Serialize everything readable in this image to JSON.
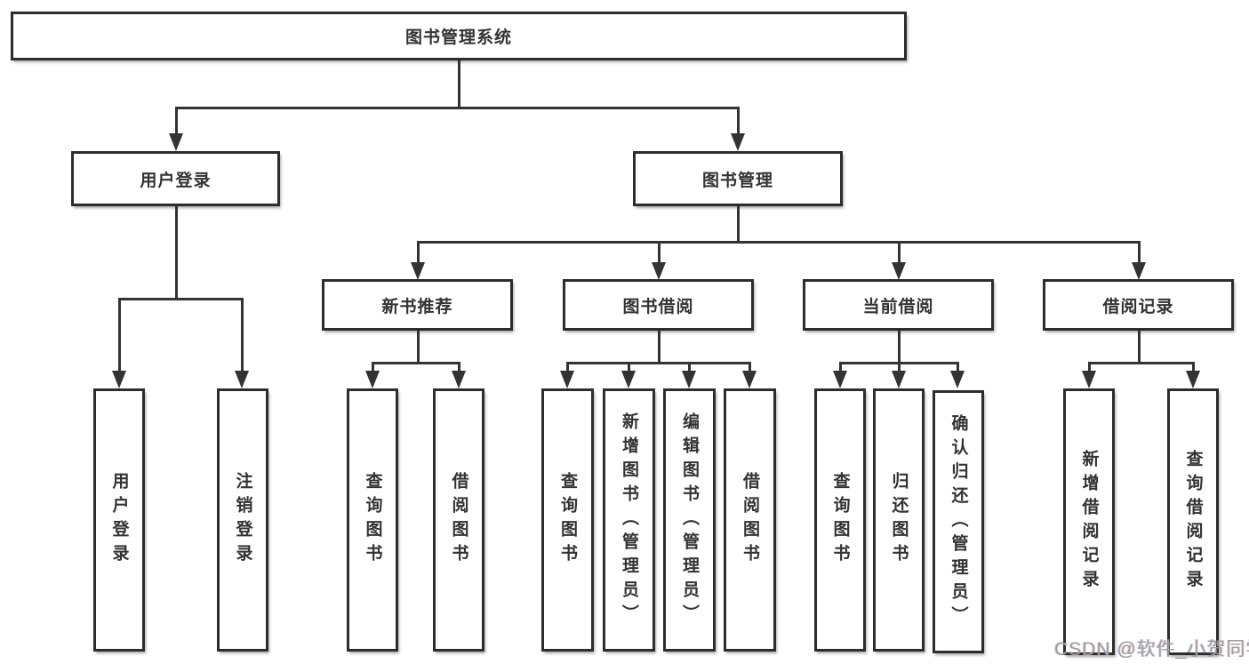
{
  "diagram": {
    "root": "图书管理系统",
    "level2": [
      "用户登录",
      "图书管理"
    ],
    "level3": [
      "新书推荐",
      "图书借阅",
      "当前借阅",
      "借阅记录"
    ],
    "leaves": [
      [
        "用户登录",
        "注销登录"
      ],
      [
        "查询图书",
        "借阅图书"
      ],
      [
        "查询图书",
        "新增图书（管理员）",
        "编辑图书（管理员）",
        "借阅图书"
      ],
      [
        "查询图书",
        "归还图书",
        "确认归还（管理员）"
      ],
      [
        "新增借阅记录",
        "查询借阅记录"
      ]
    ]
  },
  "watermark": "CSDN @软件_小贺同学",
  "colors": {
    "line": "#333333",
    "box_border": "#2d2d2d",
    "text": "#333333",
    "watermark": "#9e9e9e",
    "background": "#ffffff"
  }
}
